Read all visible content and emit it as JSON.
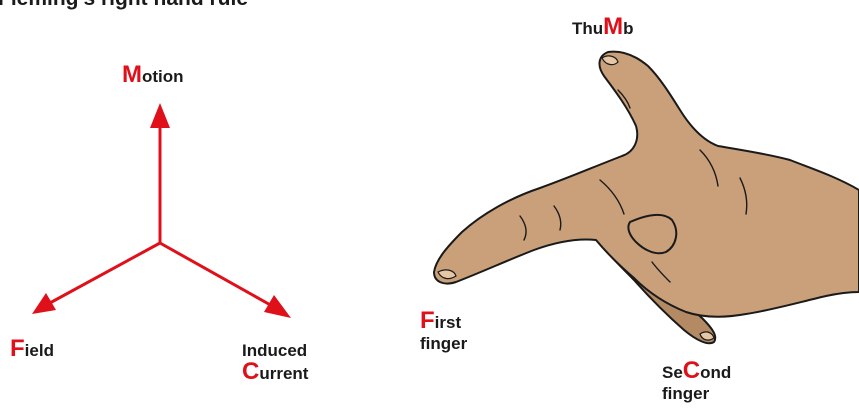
{
  "title": "Fleming's right hand rule",
  "colors": {
    "accent": "#e0101a",
    "skin": "#c9a079",
    "skin_shadow": "#a57f5c",
    "outline": "#1a1a1a"
  },
  "axes": {
    "motion": {
      "first": "M",
      "rest": "otion"
    },
    "field": {
      "first": "F",
      "rest": "ield"
    },
    "current": {
      "line1": "Induced",
      "first": "C",
      "rest": "urrent"
    }
  },
  "hand": {
    "thumb": {
      "pre": "Thu",
      "highlight": "M",
      "post": "b"
    },
    "first": {
      "first": "F",
      "rest": "irst",
      "line2": "finger"
    },
    "second": {
      "pre": "Se",
      "highlight": "C",
      "post": "ond",
      "line2": "finger"
    }
  }
}
